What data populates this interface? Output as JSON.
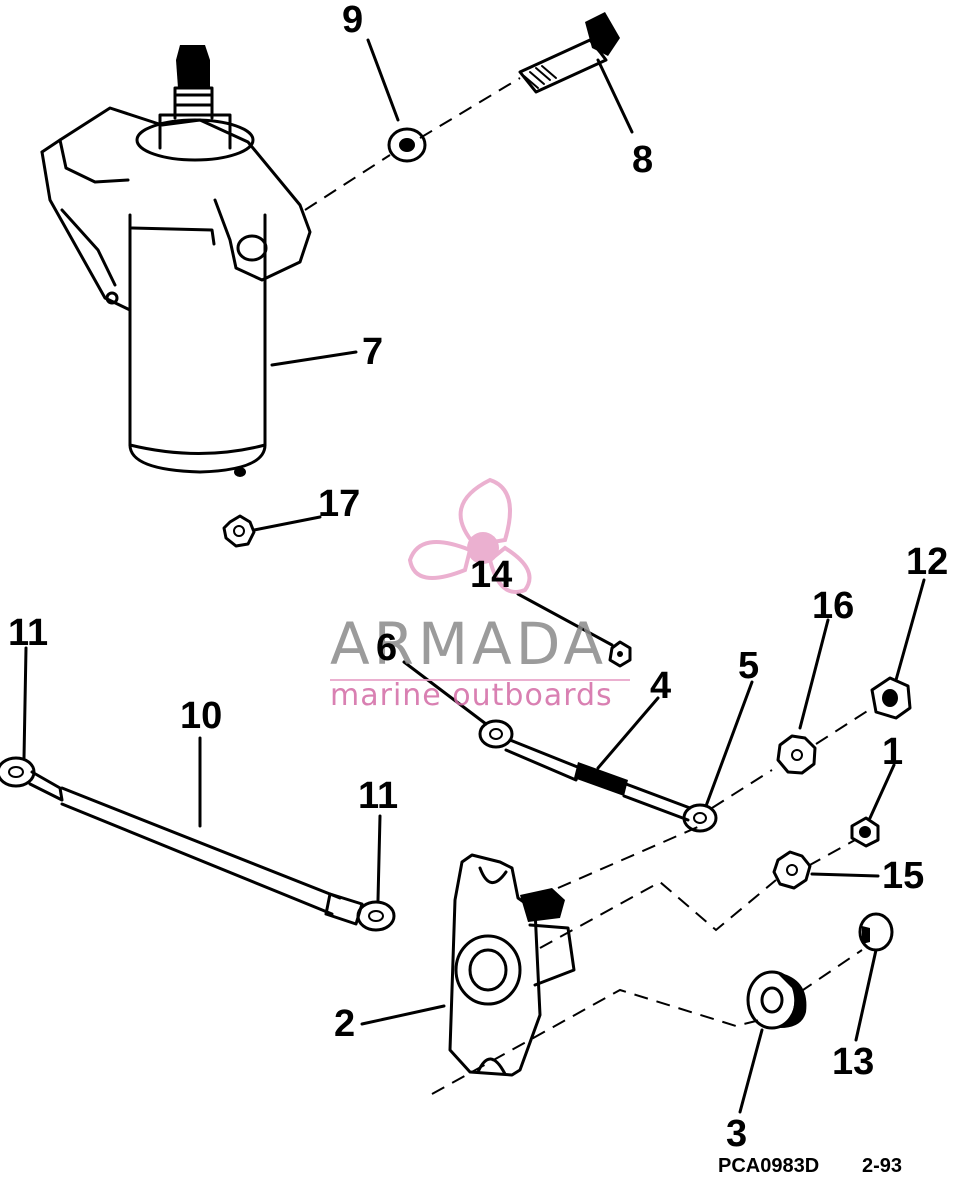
{
  "callouts": {
    "c1": "1",
    "c2": "2",
    "c3": "3",
    "c4": "4",
    "c5": "5",
    "c6": "6",
    "c7": "7",
    "c8": "8",
    "c9": "9",
    "c10": "10",
    "c11a": "11",
    "c11b": "11",
    "c12": "12",
    "c13": "13",
    "c14": "14",
    "c15": "15",
    "c16": "16",
    "c17": "17"
  },
  "reference": {
    "code": "PCA0983D",
    "date": "2-93"
  },
  "watermark": {
    "name": "ARMADA",
    "tagline": "marine outboards",
    "color_pink": "#e8a3c8",
    "color_gray": "#8a8a8a",
    "icon": "propeller-logo-icon"
  }
}
